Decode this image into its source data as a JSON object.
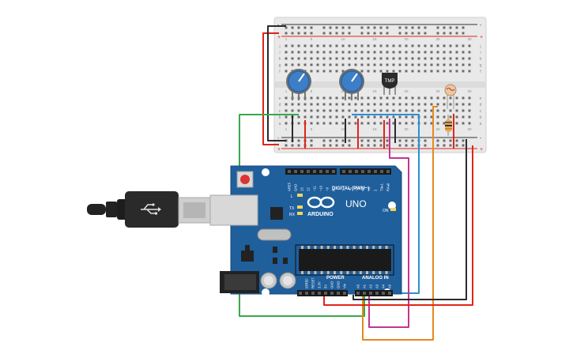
{
  "breadboard": {
    "row_letters_top": [
      "j",
      "i",
      "h",
      "g",
      "f"
    ],
    "row_letters_bottom": [
      "e",
      "d",
      "c",
      "b",
      "a"
    ],
    "column_numbers": [
      "1",
      "",
      "",
      "",
      "5",
      "",
      "",
      "",
      "",
      "10",
      "",
      "",
      "",
      "",
      "15",
      "",
      "",
      "",
      "",
      "20",
      "",
      "",
      "",
      "",
      "25",
      "",
      "",
      "",
      "",
      "30"
    ],
    "rail_plus": "+",
    "rail_minus": "-"
  },
  "components": {
    "tmp_label": "TMP"
  },
  "arduino": {
    "logo_text": "ARDUINO",
    "model": "UNO",
    "digital_label": "DIGITAL (PWM~)",
    "power_label": "POWER",
    "analog_label": "ANALOG IN",
    "on_label": "ON",
    "l_label": "L",
    "tx_label": "TX",
    "rx_label": "RX",
    "digital_pins": [
      "AREF",
      "GND",
      "13",
      "12",
      "~11",
      "~10",
      "~9",
      "8",
      "7",
      "~6",
      "~5",
      "4",
      "~3",
      "2",
      "TX▸1",
      "RX◂0"
    ],
    "power_pins": [
      "IOREF",
      "RESET",
      "3.3V",
      "5V",
      "GND",
      "GND",
      "Vin"
    ],
    "analog_pins": [
      "A0",
      "A1",
      "A2",
      "A3",
      "A4",
      "A5"
    ]
  },
  "wires": {
    "red": "#e0241b",
    "black": "#2b2b2b",
    "green": "#3aa84a",
    "blue": "#2b8fd6",
    "magenta": "#c2368f",
    "orange": "#e6891c"
  },
  "colors": {
    "board": "#1f5f9c",
    "breadboard": "#ebebeb",
    "knob": "#3d7fc7"
  }
}
